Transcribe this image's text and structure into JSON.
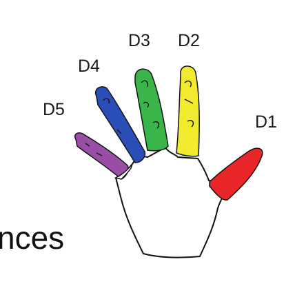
{
  "labels": {
    "d1": "D1",
    "d2": "D2",
    "d3": "D3",
    "d4": "D4",
    "d5": "D5"
  },
  "background_text": "nces",
  "colors": {
    "d1": "#e8262a",
    "d2": "#f2ea2e",
    "d3": "#3ab54a",
    "d4": "#2b4fb8",
    "d5": "#9a4fa7",
    "outline": "#111111"
  }
}
